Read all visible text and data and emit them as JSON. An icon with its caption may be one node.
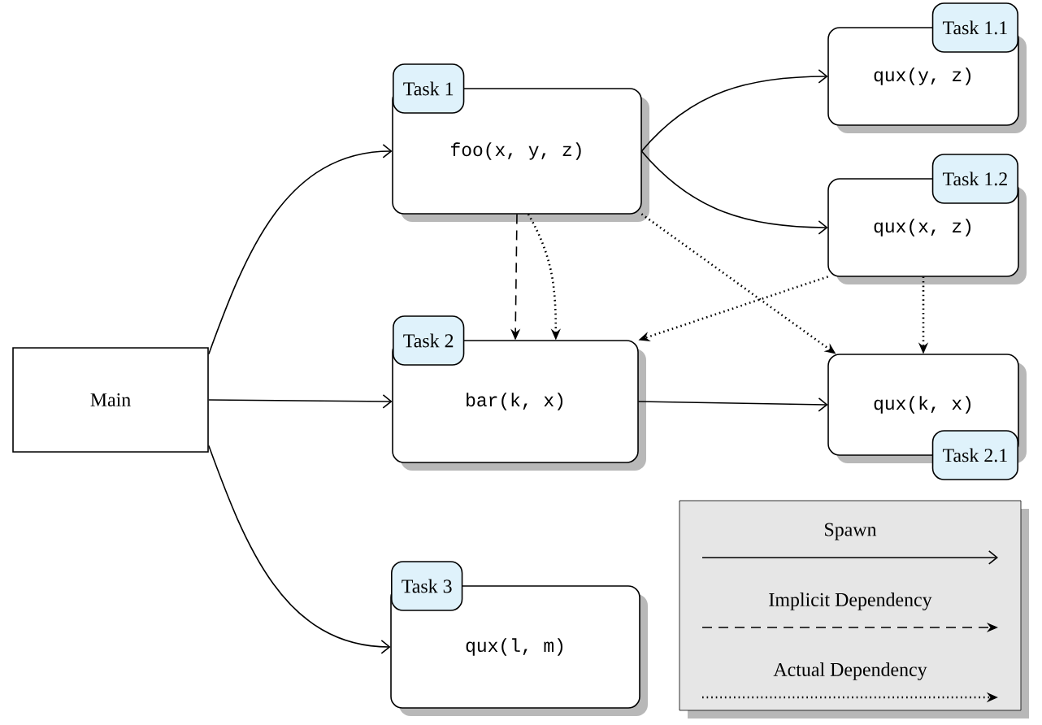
{
  "diagram": {
    "nodes": [
      {
        "text": [
          "Main"
        ]
      },
      {
        "text": [
          "Task 1",
          "foo(x, y, z)"
        ]
      },
      {
        "text": [
          "Task 1.1",
          "qux(y, z)"
        ]
      },
      {
        "text": [
          "Task 1.2",
          "qux(x, z)"
        ]
      },
      {
        "text": [
          "Task 2",
          "bar(k, x)"
        ]
      },
      {
        "text": [
          "qux(k, x)",
          "Task 2.1"
        ]
      },
      {
        "text": [
          "Task 3",
          "qux(l, m)"
        ]
      }
    ],
    "edges": [
      {
        "from": 0,
        "to": 1,
        "arrow": "to"
      },
      {
        "from": 0,
        "to": 4,
        "arrow": "to"
      },
      {
        "from": 0,
        "to": 6,
        "arrow": "to"
      },
      {
        "from": 1,
        "to": 2,
        "arrow": "to"
      },
      {
        "from": 1,
        "to": 3,
        "arrow": "to"
      },
      {
        "from": 1,
        "to": 4,
        "arrow": "to",
        "style": "dashed"
      },
      {
        "from": 1,
        "to": 4,
        "arrow": "to",
        "style": "dashed"
      },
      {
        "from": 1,
        "to": 5,
        "arrow": "to",
        "style": "dashed"
      },
      {
        "from": 3,
        "to": 4,
        "arrow": "to",
        "style": "dashed"
      },
      {
        "from": 3,
        "to": 5,
        "arrow": "to",
        "style": "dashed"
      },
      {
        "from": 4,
        "to": 5,
        "arrow": "to"
      }
    ],
    "legend": [
      {
        "text": "Spawn"
      },
      {
        "text": "Implicit Dependency"
      },
      {
        "text": "Actual Dependency"
      }
    ]
  }
}
